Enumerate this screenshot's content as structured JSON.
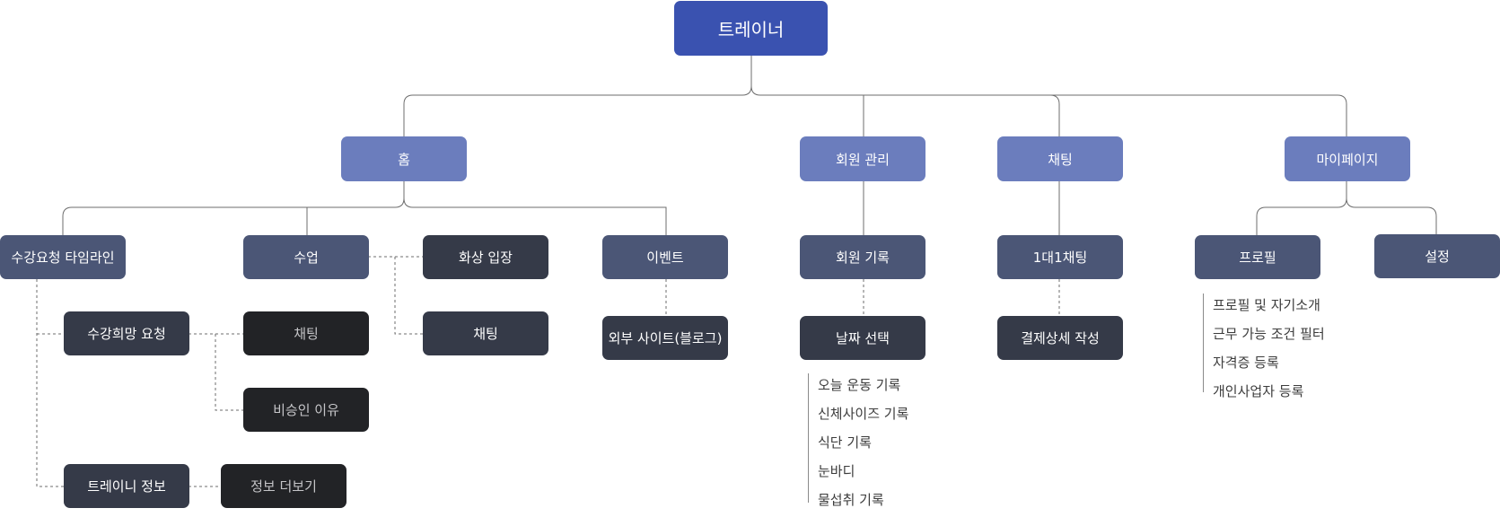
{
  "root": "트레이너",
  "home": {
    "label": "홈",
    "timeline": "수강요청 타임라인",
    "class": "수업",
    "video_entry": "화상 입장",
    "chat_a": "채팅",
    "event": "이벤트",
    "wish_request": "수강희망 요청",
    "chat_b": "채팅",
    "reject_reason": "비승인 이유",
    "external_site": "외부 사이트(블로그)",
    "trainee_info": "트레이니 정보",
    "more_info": "정보 더보기"
  },
  "members": {
    "label": "회원 관리",
    "record": "회원 기록",
    "date_select": "날짜 선택",
    "items": [
      "오늘 운동 기록",
      "신체사이즈 기록",
      "식단 기록",
      "눈바디",
      "물섭취 기록"
    ]
  },
  "chat": {
    "label": "채팅",
    "one_on_one": "1대1채팅",
    "payment": "결제상세 작성"
  },
  "mypage": {
    "label": "마이페이지",
    "profile": "프로필",
    "settings": "설정",
    "items": [
      "프로필 및 자기소개",
      "근무 가능 조건 필터",
      "자격증 등록",
      "개인사업자 등록"
    ]
  },
  "colors": {
    "root": "#3a52b0",
    "level1": "#6b7dbd",
    "level2": "#4b5676",
    "level3": "#353a48",
    "level4": "#222326",
    "connector": "#6e6e6e"
  }
}
